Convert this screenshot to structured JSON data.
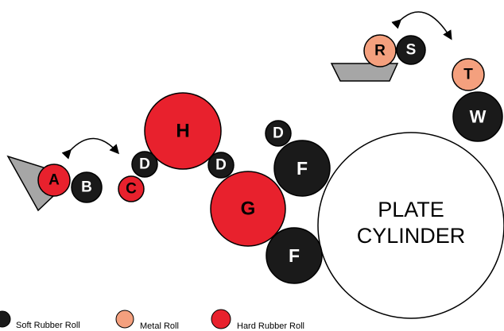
{
  "colors": {
    "soft_rubber": "#1a1a1a",
    "metal": "#f4a07e",
    "hard_rubber": "#e8212d",
    "tray": "#a6a6a6",
    "outline": "#000000",
    "cylinder_fill": "#ffffff"
  },
  "rolls": {
    "A": {
      "label": "A",
      "type": "hard_rubber"
    },
    "B": {
      "label": "B",
      "type": "soft_rubber"
    },
    "C": {
      "label": "C",
      "type": "hard_rubber"
    },
    "D1": {
      "label": "D",
      "type": "soft_rubber"
    },
    "D2": {
      "label": "D",
      "type": "soft_rubber"
    },
    "D3": {
      "label": "D",
      "type": "soft_rubber"
    },
    "H": {
      "label": "H",
      "type": "hard_rubber"
    },
    "G": {
      "label": "G",
      "type": "hard_rubber"
    },
    "F1": {
      "label": "F",
      "type": "soft_rubber"
    },
    "F2": {
      "label": "F",
      "type": "soft_rubber"
    },
    "R": {
      "label": "R",
      "type": "metal"
    },
    "S": {
      "label": "S",
      "type": "soft_rubber"
    },
    "T": {
      "label": "T",
      "type": "metal"
    },
    "W": {
      "label": "W",
      "type": "soft_rubber"
    }
  },
  "plate_cylinder": {
    "line1": "PLATE",
    "line2": "CYLINDER"
  },
  "legend": {
    "soft_rubber": "Soft Rubber Roll",
    "metal": "Metal Roll",
    "hard_rubber": "Hard Rubber Roll"
  },
  "icons": {
    "oscillation_arrow": "curved-double-arrow-icon",
    "fountain_tray": "ink-fountain-tray-icon"
  }
}
